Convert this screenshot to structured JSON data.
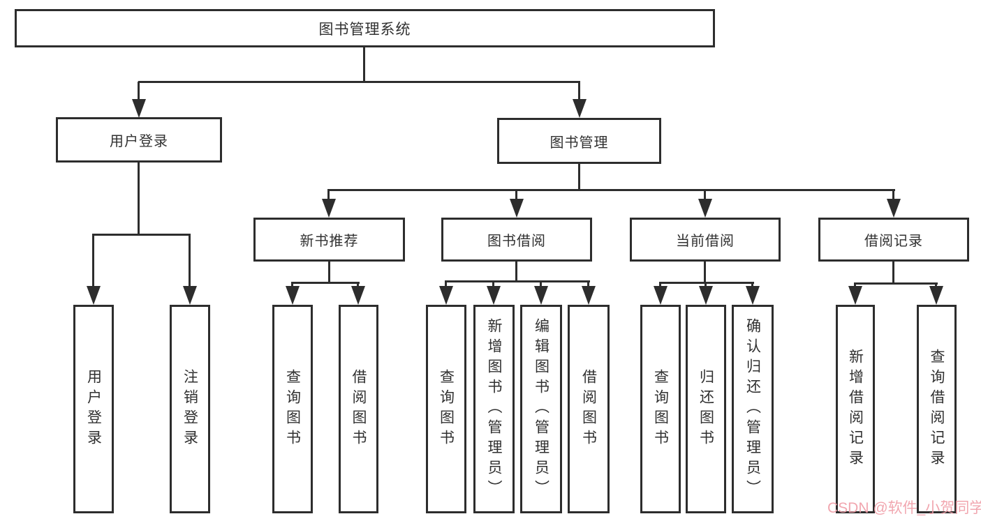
{
  "diagram": {
    "root": {
      "label": "图书管理系统"
    },
    "level2": [
      {
        "label": "用户登录"
      },
      {
        "label": "图书管理"
      }
    ],
    "level3": [
      {
        "label": "新书推荐"
      },
      {
        "label": "图书借阅"
      },
      {
        "label": "当前借阅"
      },
      {
        "label": "借阅记录"
      }
    ],
    "leaves": {
      "user_login": [
        "用户登录",
        "注销登录"
      ],
      "new_book": [
        "查询图书",
        "借阅图书"
      ],
      "book_borrow": [
        "查询图书",
        "新增图书（管理员）",
        "编辑图书（管理员）",
        "借阅图书"
      ],
      "current_borrow": [
        "查询图书",
        "归还图书",
        "确认归还（管理员）"
      ],
      "borrow_record": [
        "新增借阅记录",
        "查询借阅记录"
      ]
    }
  },
  "watermark": {
    "text": "CSDN @软件_小贺同学",
    "color": "#f09da7"
  },
  "colors": {
    "line": "#2d2d2d",
    "background": "#ffffff"
  }
}
